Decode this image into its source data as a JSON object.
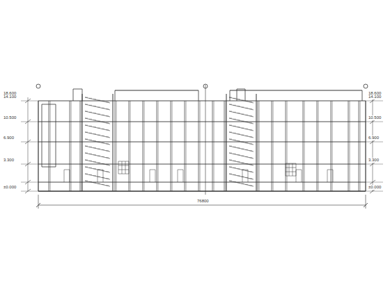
{
  "diagram": {
    "labels": [
      "18.600",
      "14.100",
      "10.500",
      "6.900",
      "3.300",
      "±0.000",
      "18.600",
      "14.100",
      "10.500",
      "6.900",
      "3.300",
      "±0.000",
      "76800"
    ]
  }
}
